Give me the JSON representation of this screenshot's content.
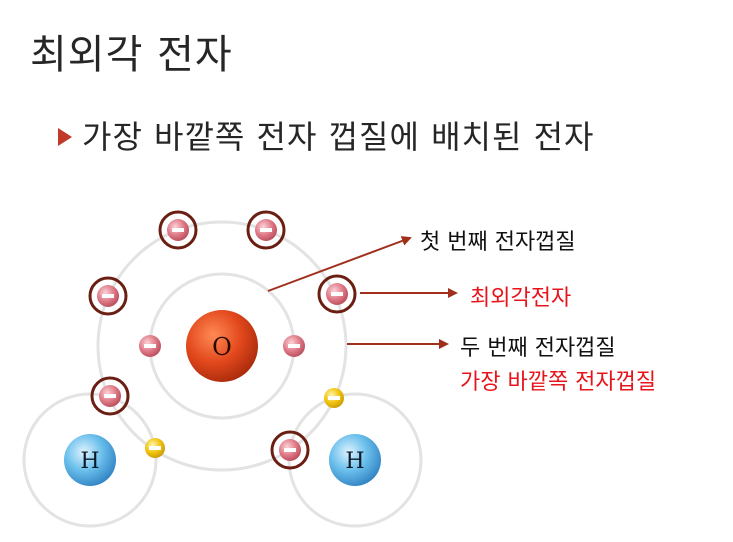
{
  "title": "최외각 전자",
  "bullet": "가장 바깥쪽 전자 껍질에 배치된 전자",
  "labels": {
    "first_shell": "첫 번째  전자껍질",
    "valence": "최외각전자",
    "second_shell": "두 번째  전자껍질",
    "outermost_shell": "가장 바깥쪽 전자껍질"
  },
  "atoms": {
    "oxygen": "O",
    "hydrogen_left": "H",
    "hydrogen_right": "H"
  },
  "colors": {
    "accent_red": "#e8141b",
    "arrow": "#a0301c",
    "highlight_ring": "#6b1e12",
    "electron_pink": "#e07b88",
    "electron_yellow": "#f1c40f",
    "oxygen": "#d9431a",
    "hydrogen": "#4fa8d8"
  }
}
